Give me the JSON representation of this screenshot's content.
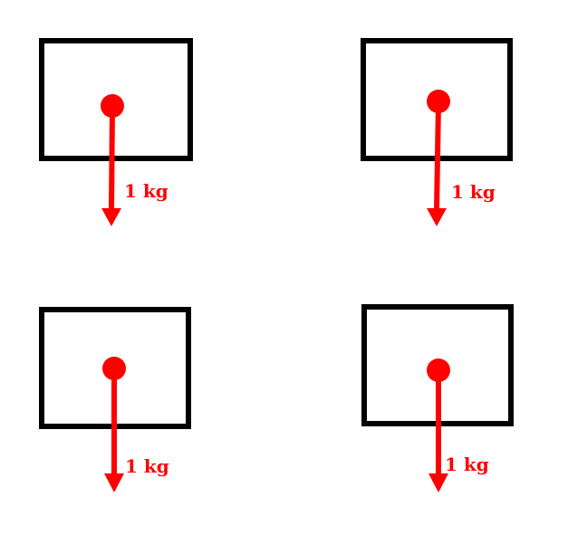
{
  "colors": {
    "box_stroke": "#000000",
    "force": "#ff0000",
    "background": "#ffffff"
  },
  "panels": [
    {
      "id": "top-left",
      "label": "1 kg"
    },
    {
      "id": "top-right",
      "label": "1 kg"
    },
    {
      "id": "bottom-left",
      "label": "1 kg"
    },
    {
      "id": "bottom-right",
      "label": "1 kg"
    }
  ]
}
